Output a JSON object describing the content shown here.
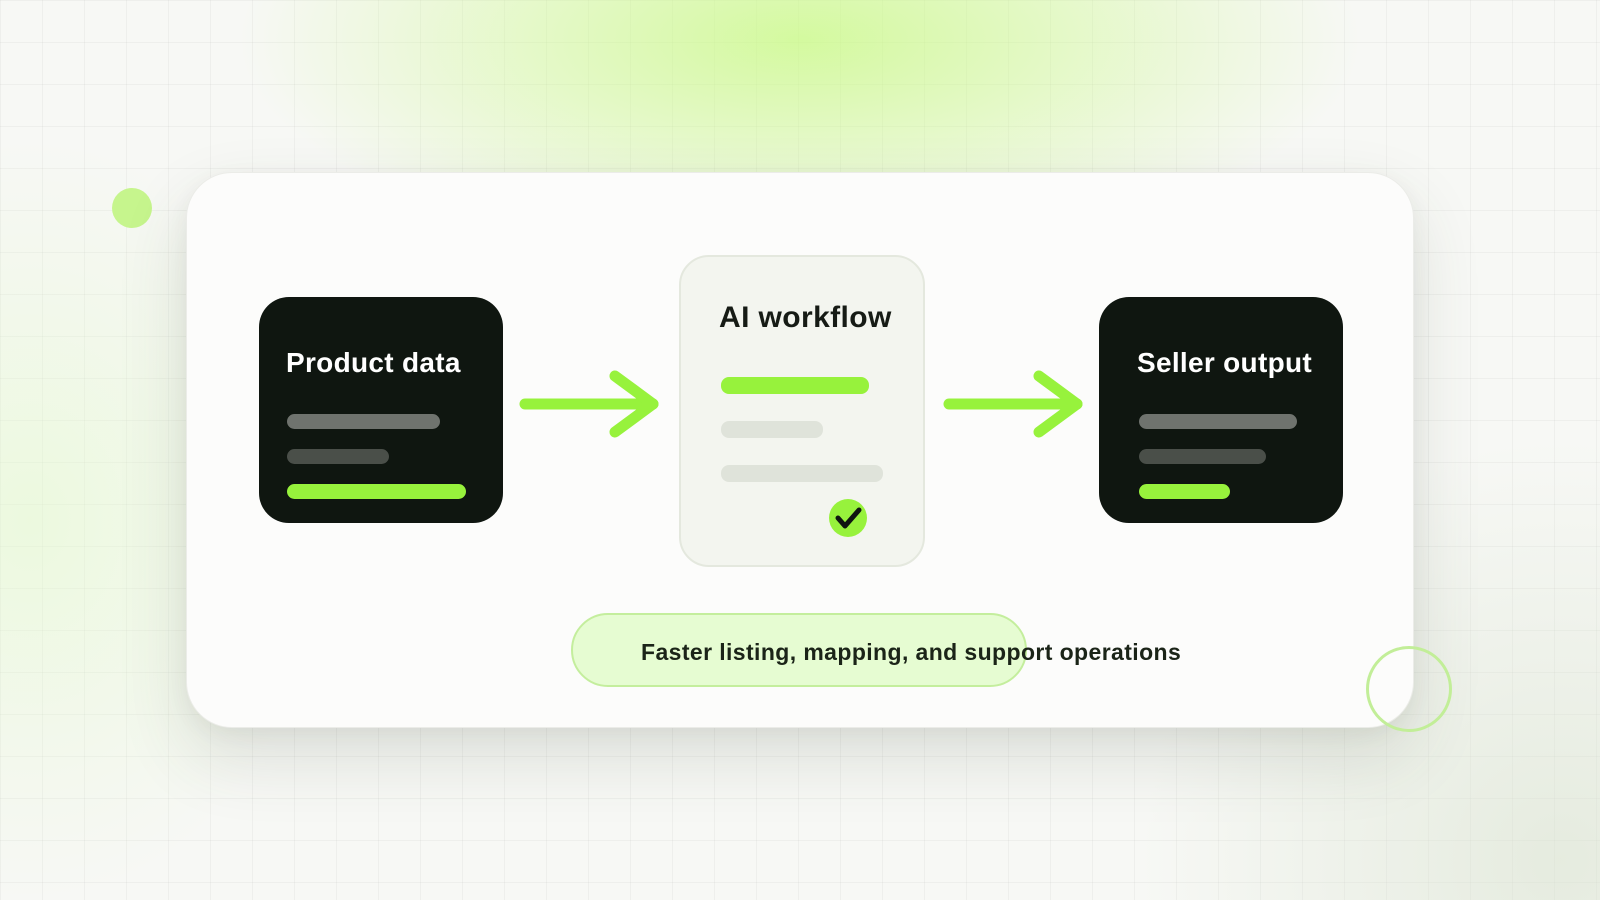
{
  "diagram": {
    "nodes": {
      "product_data": {
        "title": "Product data"
      },
      "ai_workflow": {
        "title": "AI workflow"
      },
      "seller_output": {
        "title": "Seller output"
      }
    },
    "edges": [
      {
        "from": "Product data",
        "to": "AI workflow"
      },
      {
        "from": "AI workflow",
        "to": "Seller output"
      }
    ],
    "caption": "Faster listing, mapping, and support operations"
  },
  "colors": {
    "accent": "#97f23c",
    "dark_card": "#0f1610",
    "light_card": "#f3f5ef",
    "caption_pill": "#e6fcd2"
  },
  "icons": {
    "arrows": "right-arrow-icon",
    "status": "checkmark-icon"
  }
}
